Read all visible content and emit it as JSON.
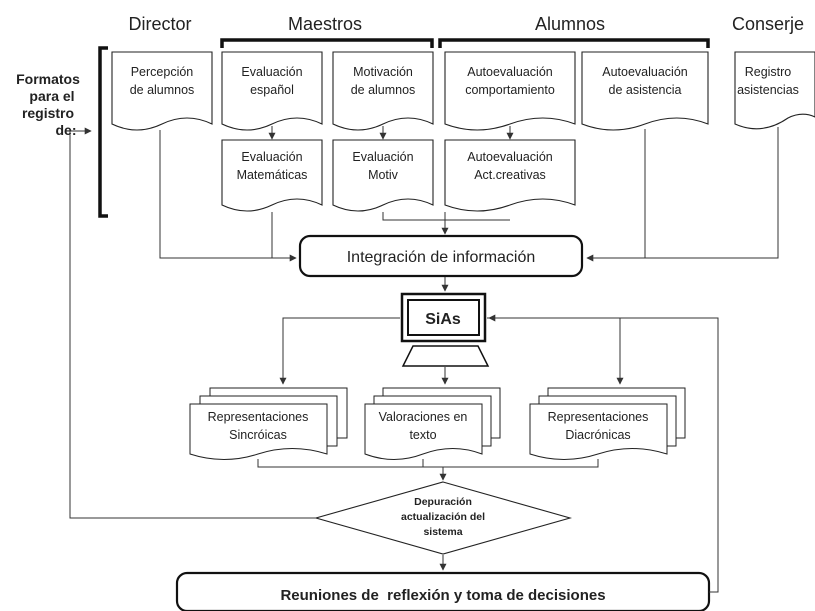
{
  "headers": {
    "director": "Director",
    "maestros": "Maestros",
    "alumnos": "Alumnos",
    "conserje": "Conserje"
  },
  "side_label": [
    "Formatos",
    "para el",
    "registro",
    "de:"
  ],
  "documents": {
    "percepcion": [
      "Percepción",
      "de alumnos"
    ],
    "eval_espanol": [
      "Evaluación",
      "español"
    ],
    "motivacion": [
      "Motivación",
      "de alumnos"
    ],
    "auto_comportamiento": [
      "Autoevaluación",
      "comportamiento"
    ],
    "auto_asistencia": [
      "Autoevaluación",
      "de asistencia"
    ],
    "registro_asistencias": [
      "Registro",
      "asistencias"
    ],
    "eval_matematicas": [
      "Evaluación",
      "Matemáticas"
    ],
    "eval_motiv": [
      "Evaluación",
      "Motiv"
    ],
    "auto_creativas": [
      "Autoevaluación",
      "Act.creativas"
    ]
  },
  "integration": "Integración de información",
  "sias": "SiAs",
  "representations": {
    "sincronicas": [
      "Representaciones",
      "Sincróicas"
    ],
    "texto": [
      "Valoraciones en",
      "texto"
    ],
    "diacronicas": [
      "Representaciones",
      "Diacrónicas"
    ]
  },
  "decision": [
    "Depuración",
    "actualización del",
    "sistema"
  ],
  "bottom": "Reuniones de  reflexión y toma de decisiones",
  "colors": {
    "stroke": "#1a1a1a",
    "line": "#333333",
    "fill": "#ffffff"
  }
}
